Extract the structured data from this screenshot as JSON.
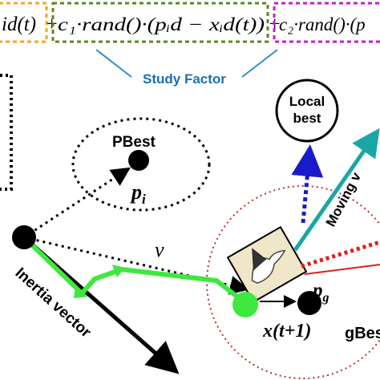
{
  "equation": {
    "term_inertia": "id(t)",
    "plus1": "+",
    "term_cognitive": "c₁·rand()·(pᵢd − xᵢd(t))",
    "plus2": "+",
    "term_social": "c₂·rand()·(p"
  },
  "labels": {
    "study_factor": "Study Factor",
    "pbest": "PBest",
    "p_i": "p",
    "p_i_sub": "i",
    "v": "v",
    "local_best_line1": "Local",
    "local_best_line2": "best",
    "moving": "Moving v",
    "inertia_vector": "Inertia vector",
    "p_g": "p",
    "p_g_sub": "g",
    "x_t1": "x(t+1)",
    "gbest": "gBes"
  },
  "colors": {
    "inertia_box": "#f5a623",
    "cognitive_box": "#5a8a1e",
    "social_box": "#c21fd0",
    "study_factor_text": "#1b6fb5",
    "brace": "#2b8ec6",
    "green_path": "#3ee83e",
    "blue_arrow": "#1a1acc",
    "teal_arrow": "#1aa6a6",
    "red_dotted": "#e0201a",
    "circle_red": "#b83030",
    "bird_box": "#f0e6c8"
  }
}
